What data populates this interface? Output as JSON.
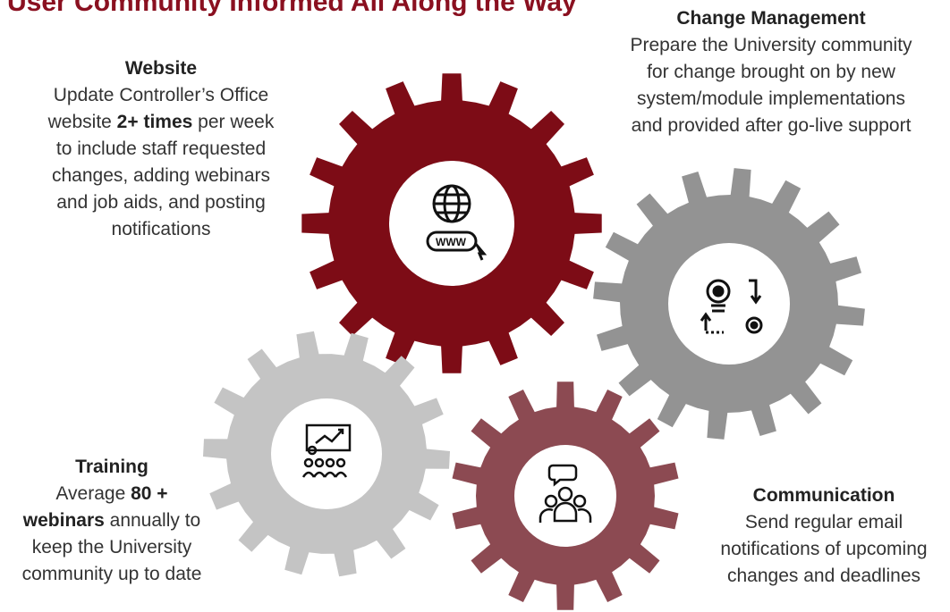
{
  "title": "User Community Informed All Along the Way",
  "colors": {
    "title": "#8a1020",
    "website_gear": "#7d0c16",
    "change_gear": "#939393",
    "training_gear": "#c4c4c4",
    "communication_gear": "#8c4a52"
  },
  "blocks": {
    "website": {
      "heading": "Website",
      "line1": "Update Controller’s Office",
      "line2_pre": "website ",
      "line2_bold": "2+ times",
      "line2_post": " per week",
      "line3": "to include staff requested",
      "line4": "changes, adding webinars",
      "line5": "and job aids, and posting",
      "line6": "notifications",
      "icon": "globe-www-icon"
    },
    "change": {
      "heading": "Change Management",
      "line1": "Prepare the University community",
      "line2": "for change brought on by new",
      "line3": "system/module implementations",
      "line4": "and provided after go-live support",
      "icon": "bulb-gear-change-icon"
    },
    "training": {
      "heading": "Training",
      "line1_pre": "Average ",
      "line1_bold": "80 +",
      "line2_bold": "webinars",
      "line2_post": " annually to",
      "line3": "keep the University",
      "line4": "community up to date",
      "icon": "presentation-audience-icon"
    },
    "communication": {
      "heading": "Communication",
      "line1": "Send regular email",
      "line2": "notifications of upcoming",
      "line3": "changes and deadlines",
      "icon": "people-chat-icon"
    }
  }
}
